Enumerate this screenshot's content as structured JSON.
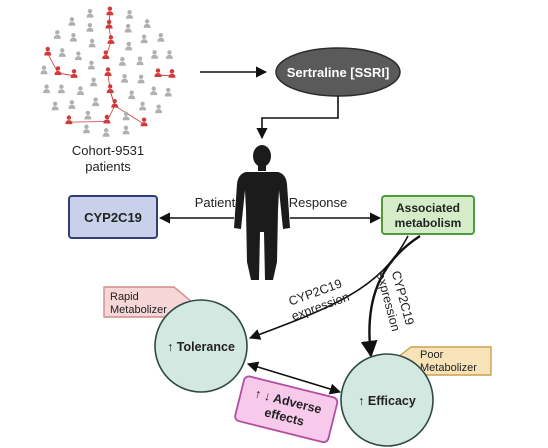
{
  "cohort": {
    "line1": "Cohort-9531",
    "line2": "patients"
  },
  "drug": "Sertraline [SSRI]",
  "gene_box": "CYP2C19",
  "patient_label": "Patient",
  "response_label": "Response",
  "metabolism_box": {
    "line1": "Associated",
    "line2": "metabolism"
  },
  "expr_left": {
    "line1": "CYP2C19",
    "line2": "expression"
  },
  "expr_right": {
    "line1": "CYP2C19",
    "line2": "expression"
  },
  "rapid_tag": {
    "line1": "Rapid",
    "line2": "Metabolizer"
  },
  "poor_tag": {
    "line1": "Poor",
    "line2": "Metabolizer"
  },
  "tolerance": "↑ Tolerance",
  "efficacy": "↑ Efficacy",
  "adverse": {
    "line1": "↑ ↓ Adverse",
    "line2": "effects"
  },
  "colors": {
    "highlight_person": "#d23a3a",
    "other_person": "#b0b0b0",
    "drug_ellipse": "#5a5a5a",
    "gene_fill": "#c9d1ea",
    "gene_stroke": "#2f3f7a",
    "metab_fill": "#d4edc8",
    "metab_stroke": "#4c9a3a",
    "circle_fill": "#d3e8e0",
    "circle_stroke": "#2d4a44",
    "rapid_fill": "#f6d6d6",
    "rapid_stroke": "#d48a8a",
    "poor_fill": "#f8e3b8",
    "poor_stroke": "#c9a24a",
    "adverse_fill": "#f7c9ea",
    "adverse_stroke": "#b24fa0"
  }
}
